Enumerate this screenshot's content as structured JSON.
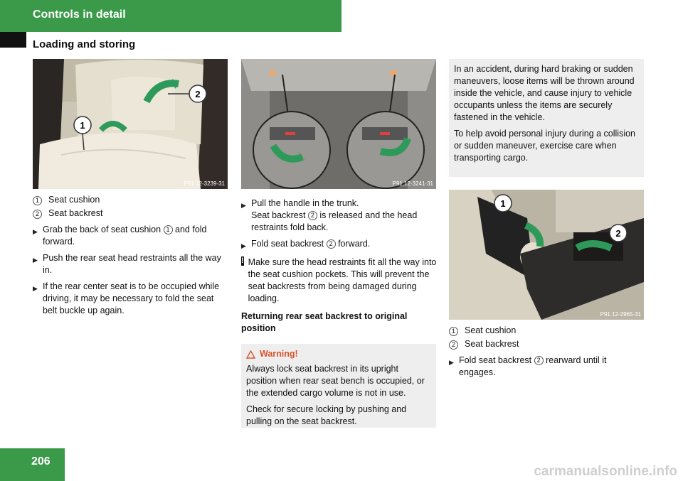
{
  "header": {
    "section": "Controls in detail",
    "subsection": "Loading and storing",
    "page_number": "206"
  },
  "col1": {
    "image_code": "P91.12-3239-31",
    "callouts": [
      "1",
      "2"
    ],
    "legend": [
      {
        "num": "1",
        "label": "Seat cushion"
      },
      {
        "num": "2",
        "label": "Seat backrest"
      }
    ],
    "steps": [
      {
        "pre": "Grab the back of seat cushion ",
        "ref": "1",
        "post": " and fold forward."
      },
      {
        "pre": "Push the rear seat head restraints all the way in.",
        "ref": "",
        "post": ""
      },
      {
        "pre": "If the rear center seat is to be occupied while driving, it may be necessary to fold the seat belt buckle up again.",
        "ref": "",
        "post": ""
      }
    ]
  },
  "col2": {
    "image_code": "P91.12-3241-31",
    "step1_line1": "Pull the handle in the trunk.",
    "step1_line2_pre": "Seat backrest ",
    "step1_line2_ref": "2",
    "step1_line2_post": " is released and the head restraints fold back.",
    "step2_pre": "Fold seat backrest ",
    "step2_ref": "2",
    "step2_post": " forward.",
    "note_mark": "!",
    "note": "Make sure the head restraints fit all the way into the seat cushion pockets. This will prevent the seat backrests from being damaged during loading.",
    "heading": "Returning rear seat backrest to original position",
    "warning": {
      "title": "Warning!",
      "p1": "Always lock seat backrest in its upright position when rear seat bench is occupied, or the extended cargo volume is not in use.",
      "p2": "Check for secure locking by pushing and pulling on the seat backrest."
    }
  },
  "col3": {
    "info_p1": "In an accident, during hard braking or sudden maneuvers, loose items will be thrown around inside the vehicle, and cause injury to vehicle occupants unless the items are securely fastened in the vehicle.",
    "info_p2": "To help avoid personal injury during a collision or sudden maneuver, exercise care when transporting cargo.",
    "image_code": "P91.12-2965-31",
    "callouts": [
      "1",
      "2"
    ],
    "legend": [
      {
        "num": "1",
        "label": "Seat cushion"
      },
      {
        "num": "2",
        "label": "Seat backrest"
      }
    ],
    "step_pre": "Fold seat backrest ",
    "step_ref": "2",
    "step_post": " rearward until it engages."
  },
  "watermark": "carmanualsonline.info",
  "colors": {
    "brand_green": "#3a9a4a",
    "warning_orange": "#d9532a",
    "box_gray": "#eeeeee"
  }
}
